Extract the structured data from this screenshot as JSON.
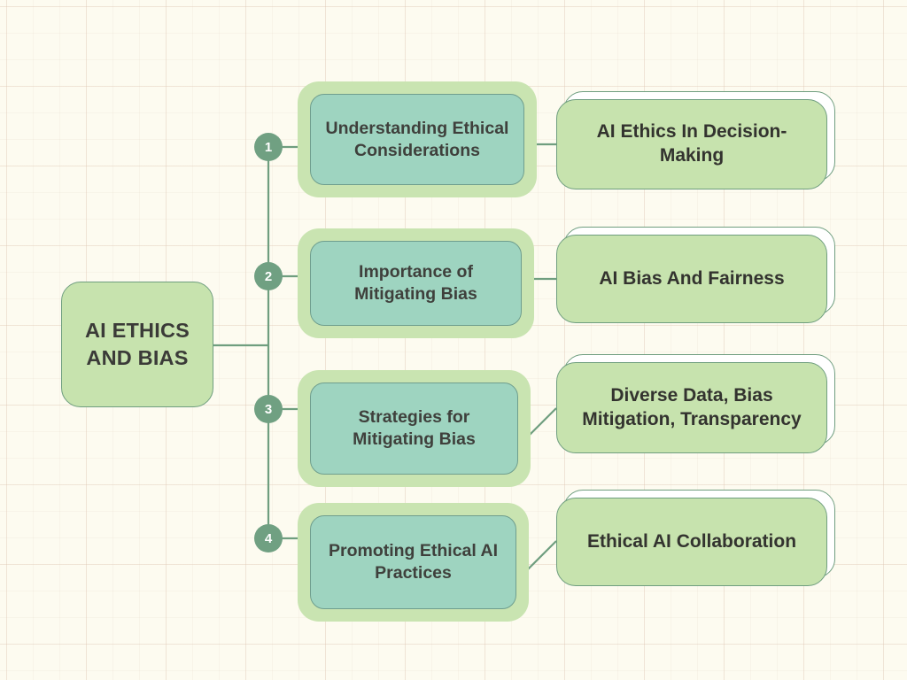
{
  "diagram": {
    "title": "AI Ethics and Bias mind map",
    "colors": {
      "background": "#fdfbf0",
      "grid_line": "#dec4b2",
      "root_fill": "#c7e3ae",
      "branch_outer_fill": "#c9e4b1",
      "branch_inner_fill": "#9ed4c0",
      "leaf_fill": "#c7e3ae",
      "leaf_card": "#ffffff",
      "stroke": "#6f9e7f",
      "badge_fill": "#70a082",
      "badge_text": "#ffffff",
      "text": "#3b3b38"
    },
    "root": {
      "label": "AI ETHICS AND BIAS"
    },
    "branches": [
      {
        "badge": "1",
        "topic": "Understanding Ethical Considerations",
        "detail": "AI Ethics In Decision-Making",
        "connector": "straight"
      },
      {
        "badge": "2",
        "topic": "Importance of Mitigating Bias",
        "detail": "AI Bias And Fairness",
        "connector": "straight"
      },
      {
        "badge": "3",
        "topic": "Strategies for Mitigating Bias",
        "detail": "Diverse Data, Bias Mitigation, Transparency",
        "connector": "diagonal"
      },
      {
        "badge": "4",
        "topic": "Promoting Ethical AI Practices",
        "detail": "Ethical AI Collaboration",
        "connector": "diagonal"
      }
    ]
  }
}
